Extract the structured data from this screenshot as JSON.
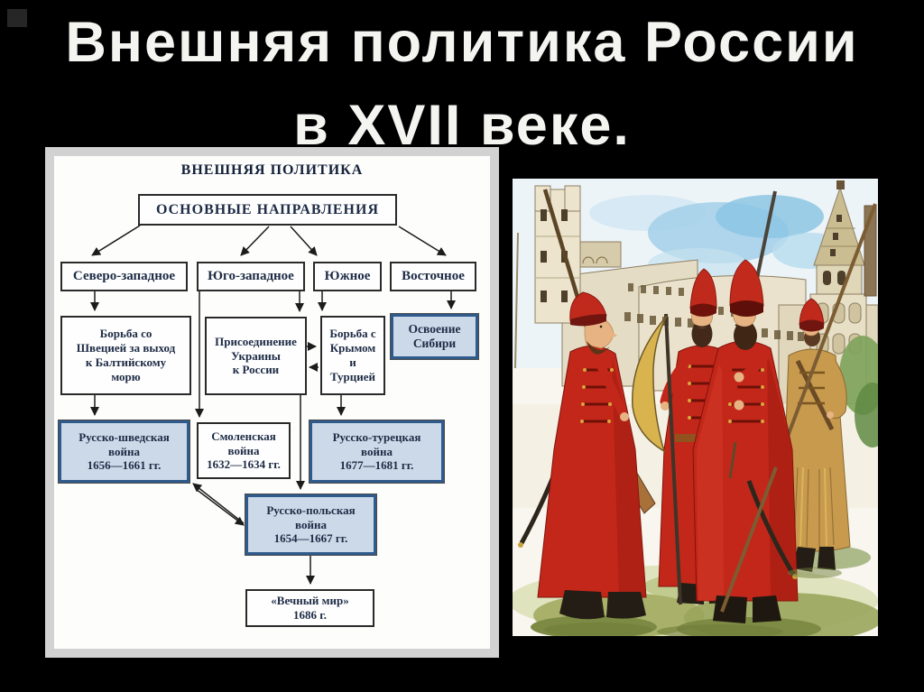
{
  "slide": {
    "title_line1": "Внешняя политика России",
    "title_line2": "в XVII веке."
  },
  "flowchart": {
    "heading": "ВНЕШНЯЯ ПОЛИТИКА",
    "root_label": "ОСНОВНЫЕ НАПРАВЛЕНИЯ",
    "directions": [
      {
        "label": "Северо-западное"
      },
      {
        "label": "Юго-западное"
      },
      {
        "label": "Южное"
      },
      {
        "label": "Восточное"
      }
    ],
    "tasks": [
      {
        "label": "Борьба со\nШвецией за выход\nк Балтийскому\nморю"
      },
      {
        "label": "Присоединение\nУкраины\nк России"
      },
      {
        "label": "Борьба с\nКрымом\nи\nТурцией"
      },
      {
        "label": "Освоение\nСибири"
      }
    ],
    "wars": [
      {
        "label": "Русско-шведская\nвойна\n1656—1661 гг."
      },
      {
        "label": "Смоленская\nвойна\n1632—1634 гг."
      },
      {
        "label": "Русско-турецкая\nвойна\n1677—1681 гг."
      },
      {
        "label": "Русско-польская\nвойна\n1654—1667 гг."
      }
    ],
    "treaty_label": "«Вечный мир»\n1686 г."
  },
  "colors": {
    "background": "#000000",
    "title_text": "#f4f4f1",
    "panel_frame": "#d2d2d2",
    "box_text": "#1d2b45",
    "highlight_fill": "#ccd9e9",
    "highlight_border": "#2f5a8c",
    "streltsy_coat_red": "#c3271a"
  }
}
